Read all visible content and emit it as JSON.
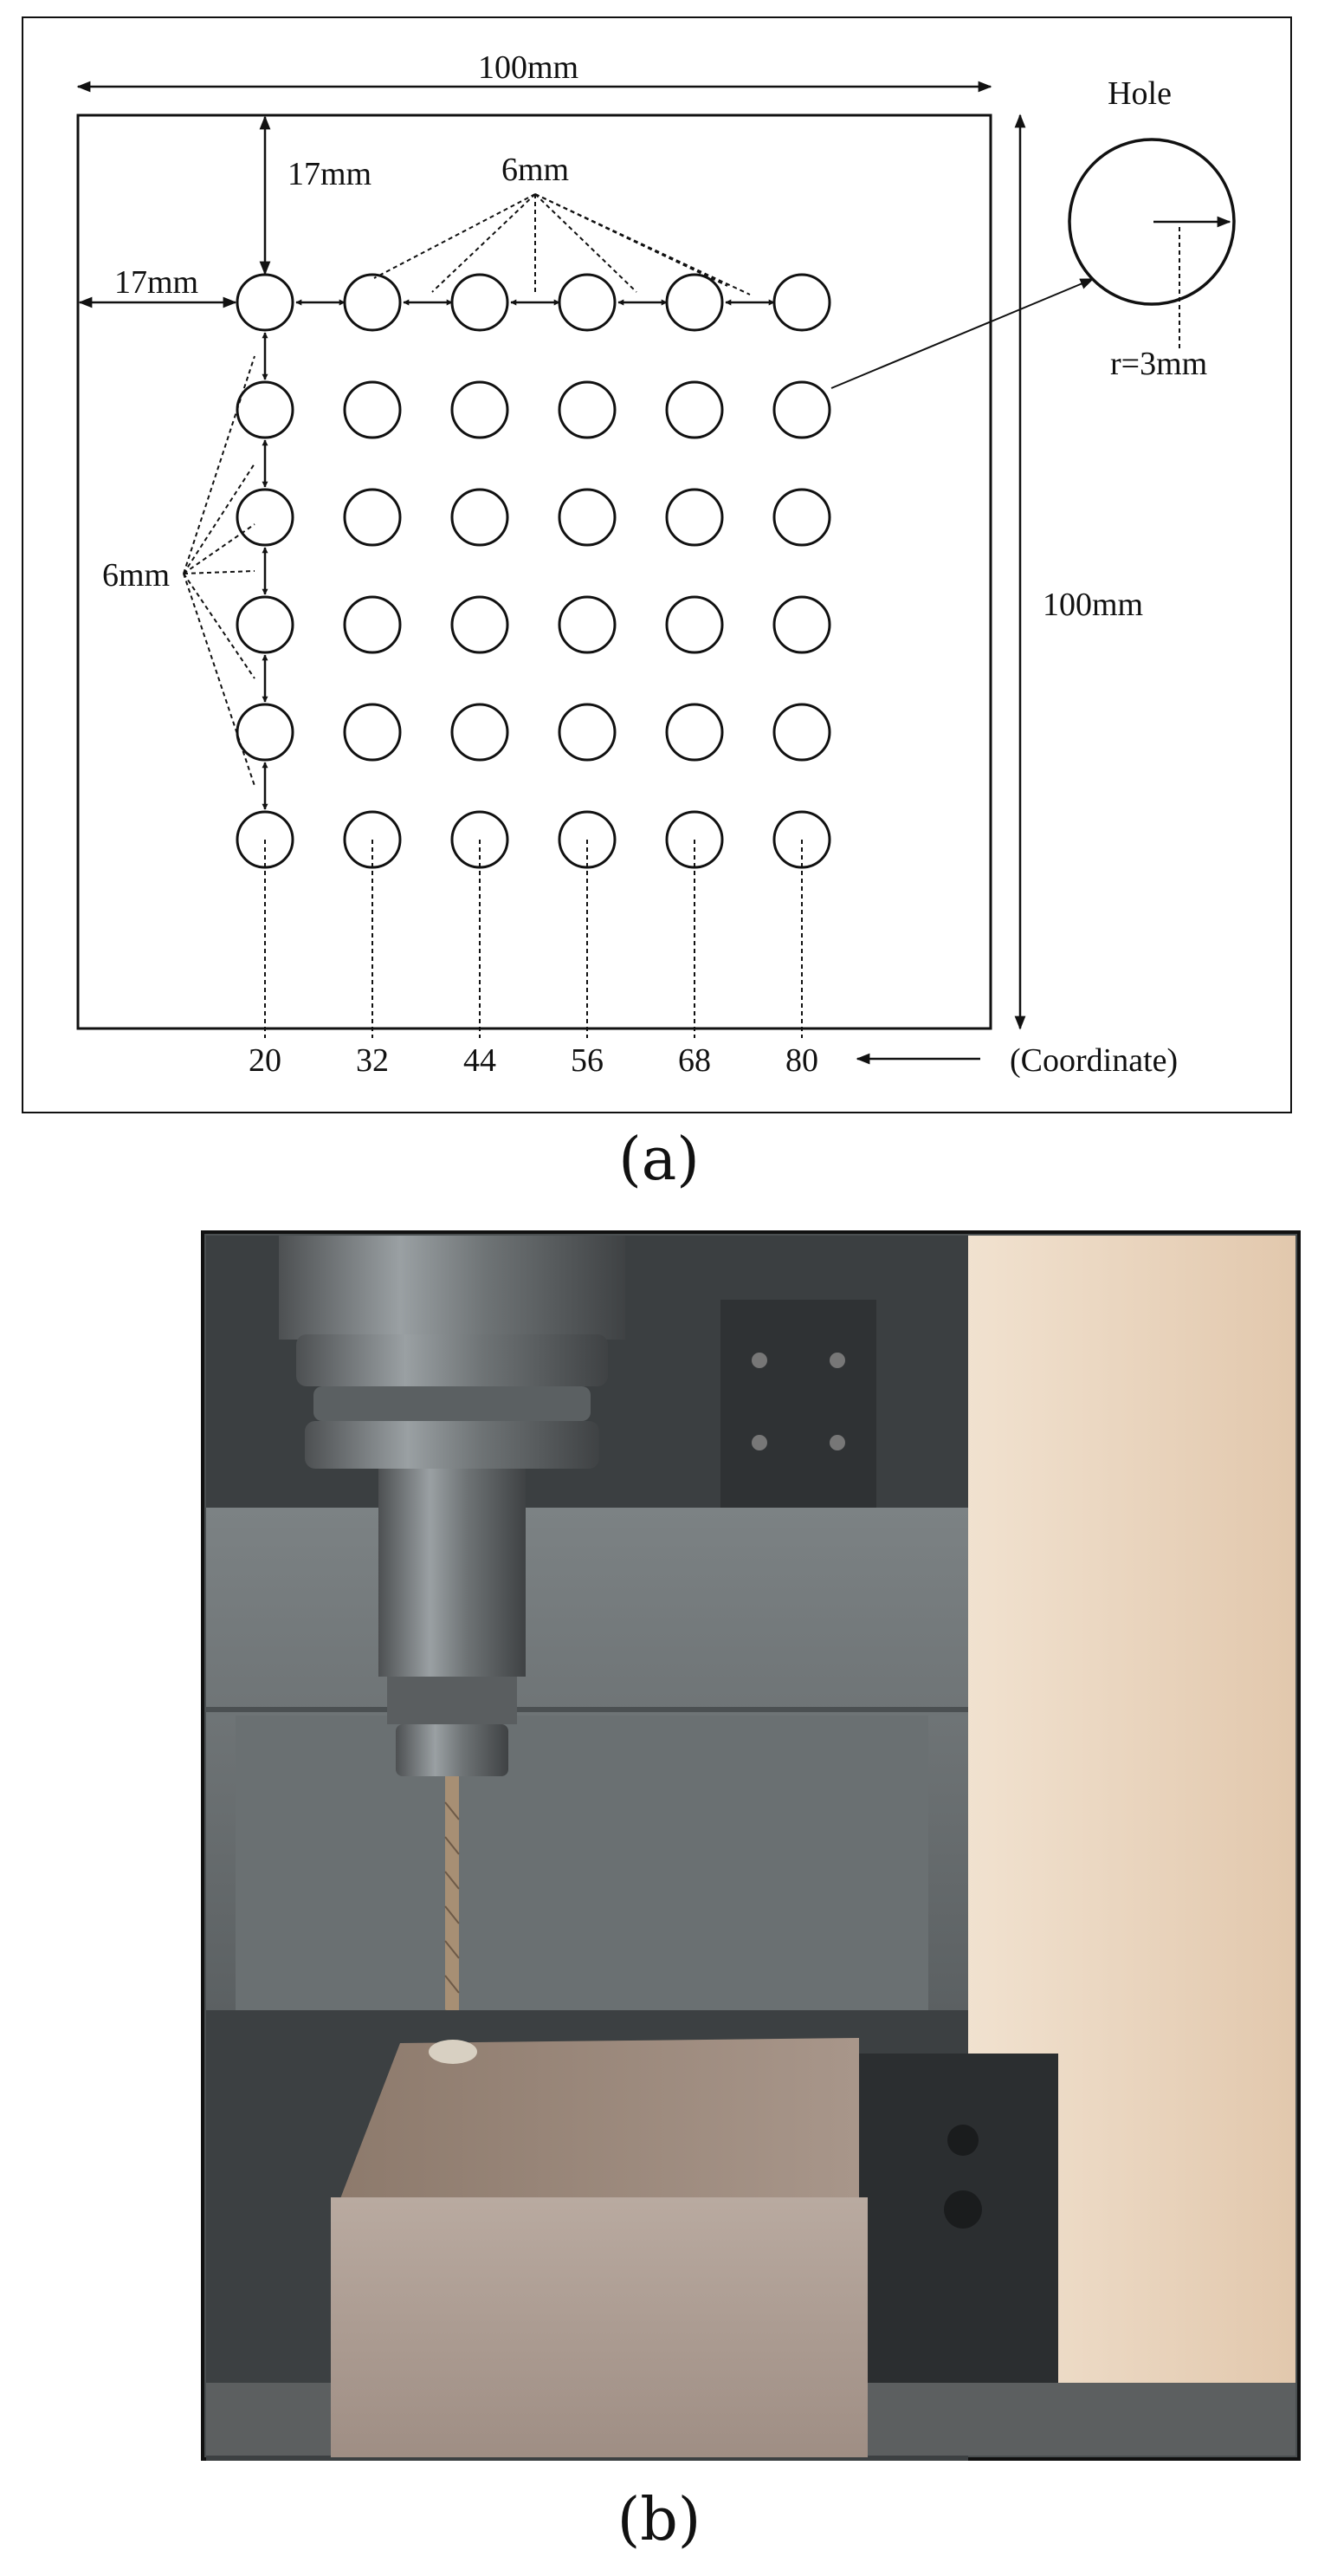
{
  "diagram": {
    "plate_width_label": "100mm",
    "plate_height_label": "100mm",
    "top_margin_label": "17mm",
    "left_margin_label": "17mm",
    "horizontal_gap_label": "6mm",
    "vertical_gap_label": "6mm",
    "hole_title": "Hole",
    "hole_radius_label": "r=3mm",
    "coordinate_label": "(Coordinate)",
    "coordinates": [
      "20",
      "32",
      "44",
      "56",
      "68",
      "80"
    ],
    "grid": {
      "rows": 6,
      "cols": 6
    }
  },
  "captions": {
    "a": "(a)",
    "b": "(b)"
  },
  "colors": {
    "line": "#111111",
    "photo_background": "#5f6466",
    "workpiece": "#9c8a7a",
    "wall": "#e9d8c6"
  }
}
